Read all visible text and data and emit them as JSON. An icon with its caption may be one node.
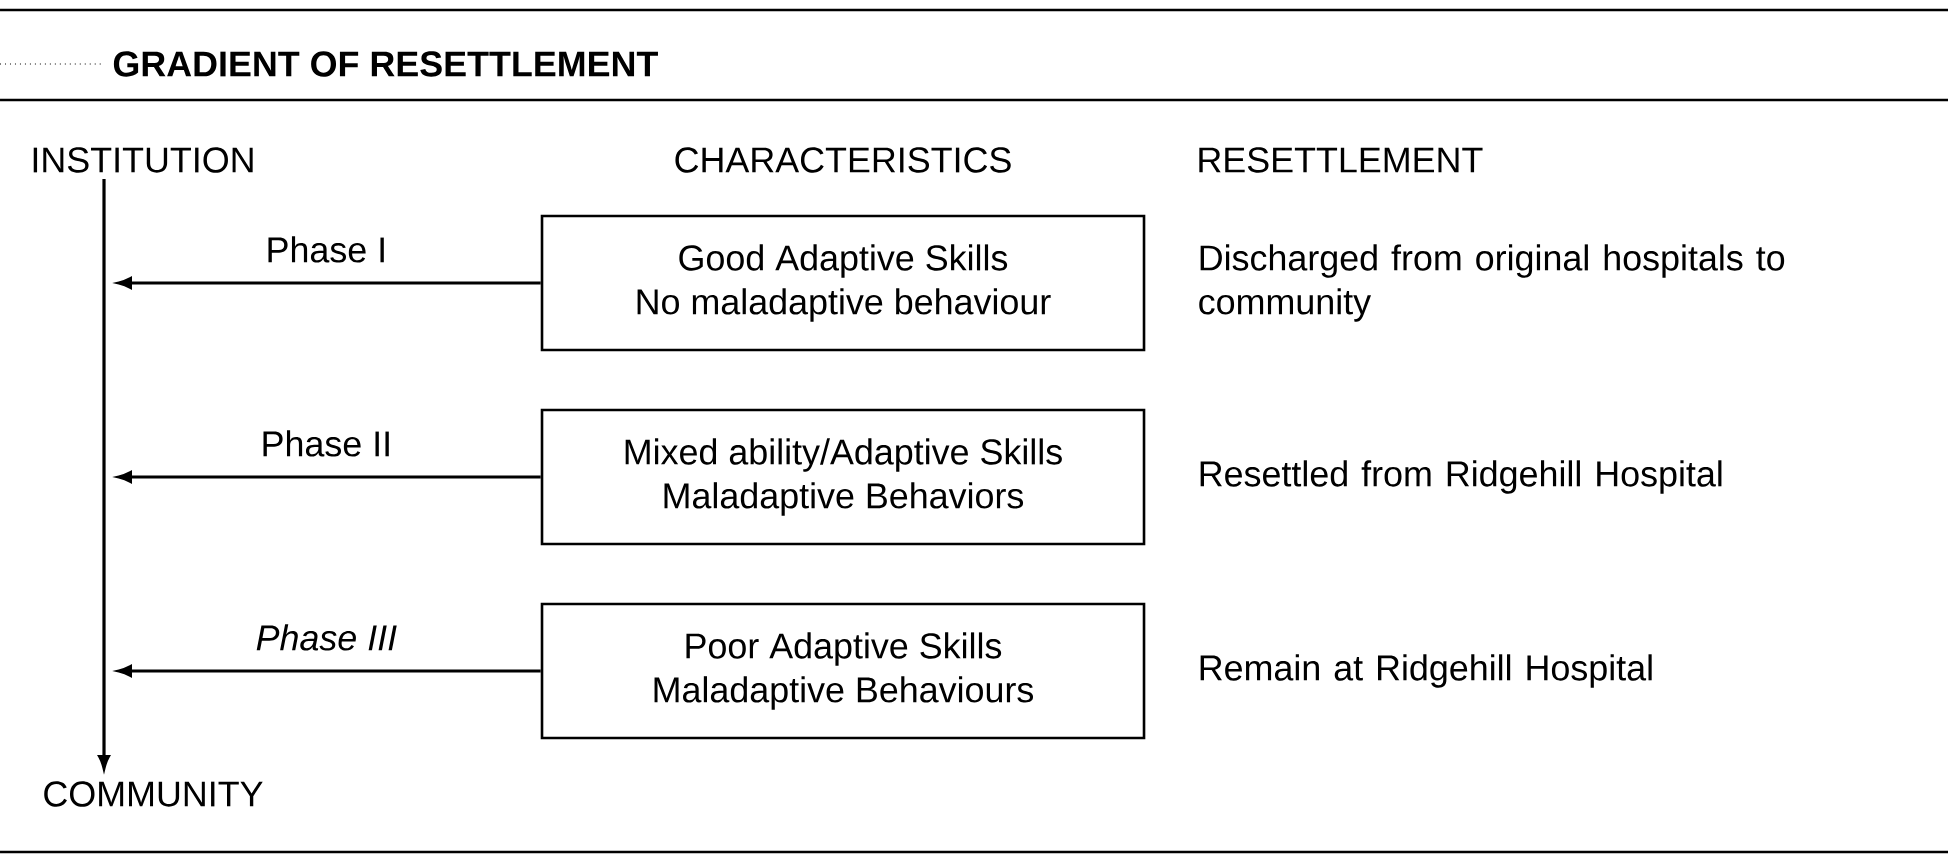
{
  "diagram": {
    "title": "GRADIENT OF RESETTLEMENT",
    "nodes": [
      {
        "text": [
          "INSTITUTION"
        ]
      },
      {
        "text": [
          "COMMUNITY"
        ]
      },
      {
        "text": [
          "Good Adaptive Skills",
          "No maladaptive behaviour"
        ],
        "beside": [
          "Discharged from original hospitals to community"
        ]
      },
      {
        "text": [
          "Mixed ability/Adaptive Skills",
          "Maladaptive Behaviors"
        ],
        "beside": [
          "Resettled from Ridgehill Hospital"
        ]
      },
      {
        "text": [
          "Poor Adaptive Skills",
          "Maladaptive Behaviours"
        ],
        "beside": [
          "Remain at Ridgehill Hospital"
        ]
      }
    ],
    "edges": [
      {
        "from": 0,
        "to": 1,
        "arrow": "to"
      },
      {
        "from": 2,
        "to": null,
        "arrow": "to",
        "label": "Phase I"
      },
      {
        "from": 3,
        "to": null,
        "arrow": "to",
        "label": "Phase II"
      },
      {
        "from": 4,
        "to": null,
        "arrow": "to",
        "label": "Phase III"
      }
    ],
    "labels": [
      "CHARACTERISTICS",
      "RESETTLEMENT"
    ]
  }
}
